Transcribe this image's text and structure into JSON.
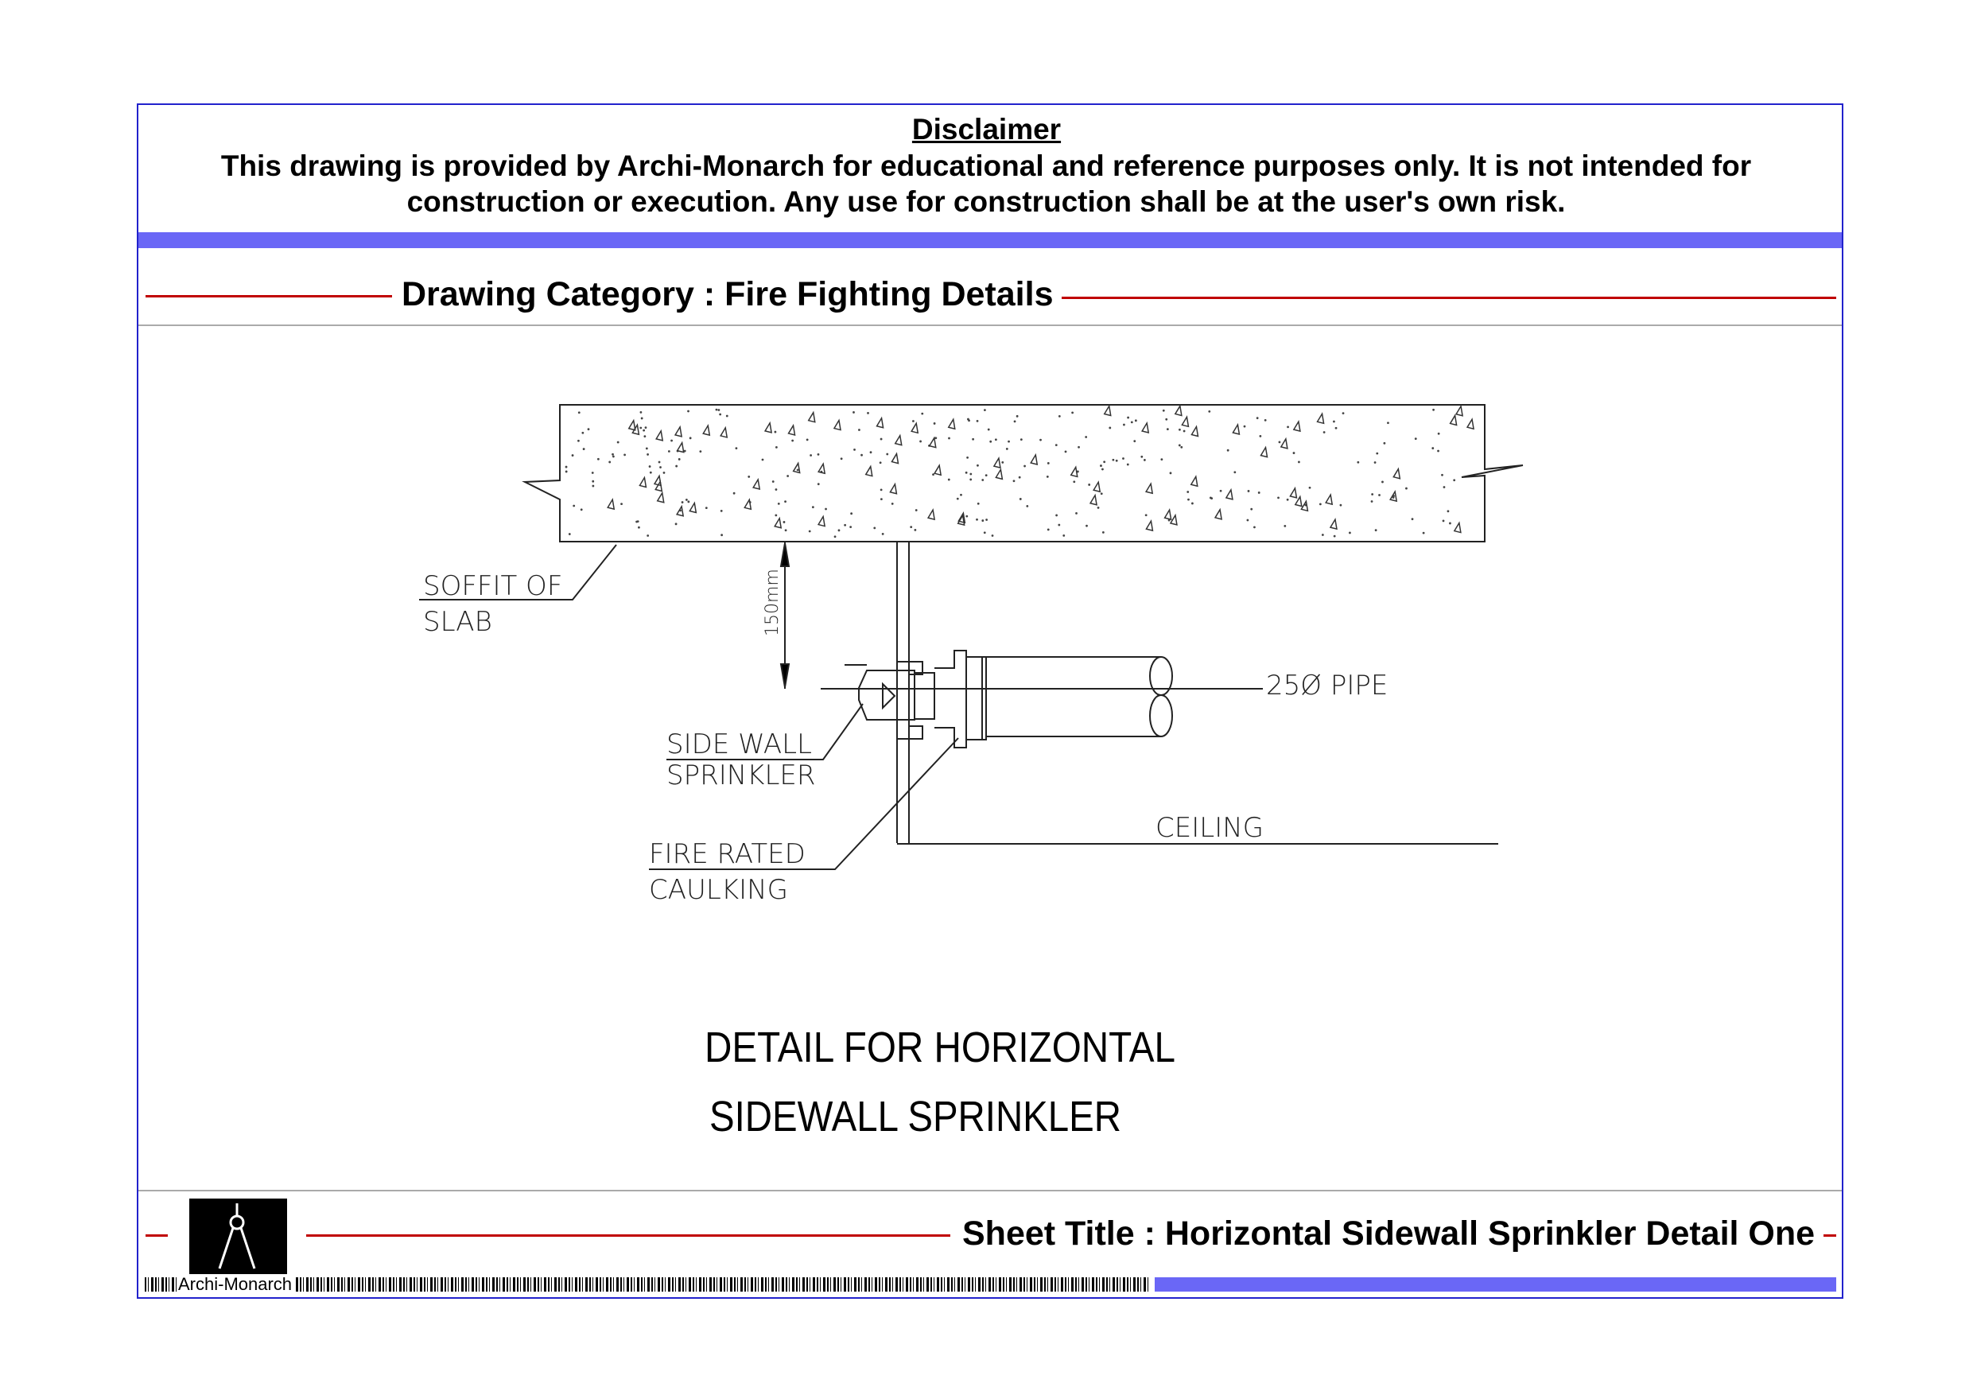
{
  "disclaimer": {
    "title": "Disclaimer",
    "text": "This drawing is provided by Archi-Monarch for educational and reference purposes only. It is not intended for construction or execution. Any use for construction shall be at the user's own risk."
  },
  "header": {
    "category": "Drawing Category : Fire Fighting Details"
  },
  "drawing": {
    "labels": {
      "soffit_1": "SOFFIT  OF",
      "soffit_2": "SLAB",
      "dimension": "150mm",
      "pipe": "25Ø  PIPE",
      "sidewall_1": "SIDE  WALL",
      "sidewall_2": "SPRINKLER",
      "caulk_1": "FIRE  RATED",
      "caulk_2": "CAULKING",
      "ceiling": "CEILING"
    },
    "title_1": "DETAIL FOR HORIZONTAL",
    "title_2": "SIDEWALL SPRINKLER"
  },
  "footer": {
    "sheet_title": "Sheet Title : Horizontal Sidewall Sprinkler Detail One",
    "brand": "Archi-Monarch"
  },
  "colors": {
    "border": "#2222cc",
    "accent_band": "#6a67f6",
    "rule": "#c00000"
  }
}
